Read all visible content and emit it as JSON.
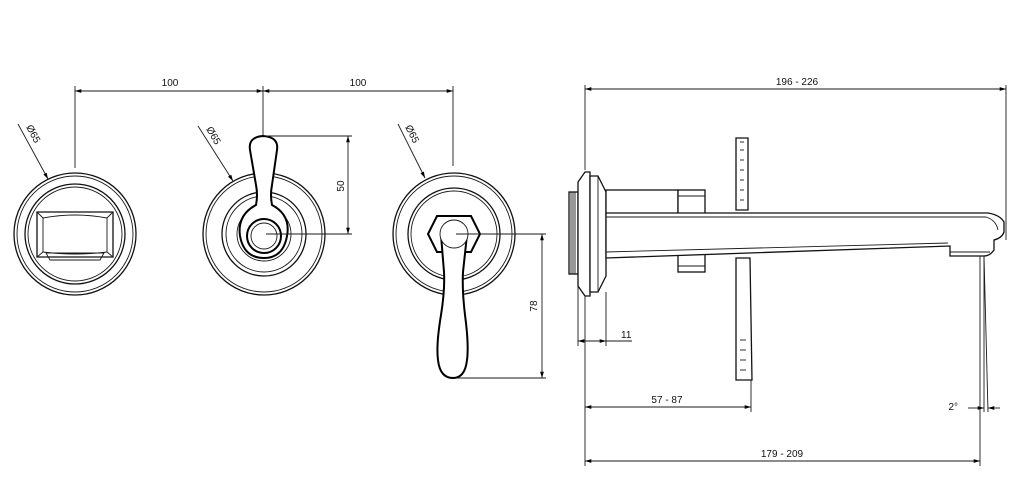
{
  "dimensions": {
    "left_spacing": "100",
    "right_spacing": "100",
    "diameter_left": "Ø65",
    "diameter_middle": "Ø65",
    "diameter_right": "Ø65",
    "lever_up_height": "50",
    "lever_down_height": "78",
    "overall_length": "196 - 226",
    "flange_thickness": "11",
    "wall_depth": "57 - 87",
    "spout_length": "179 - 209",
    "spout_angle": "2°"
  }
}
